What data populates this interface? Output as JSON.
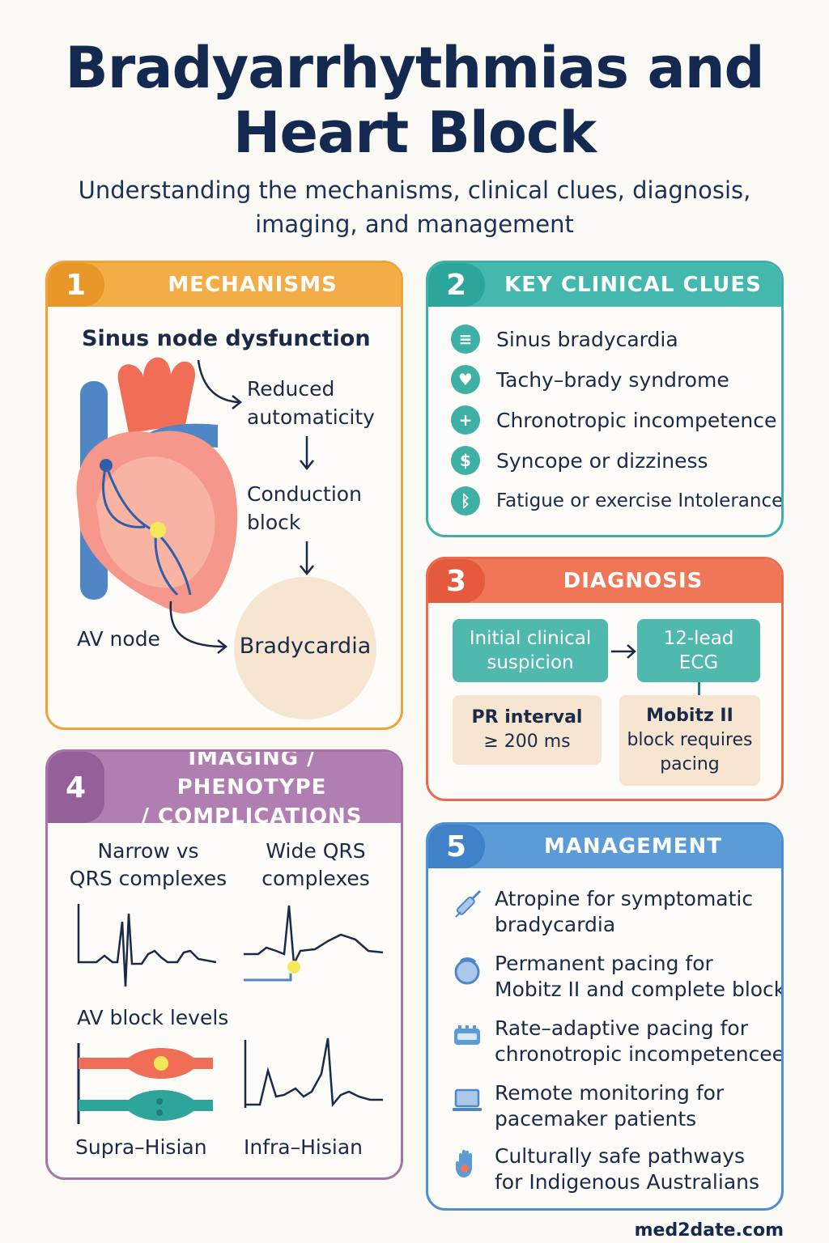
{
  "title_line1": "Bradyarrhythmias and",
  "title_line2": "Heart Block",
  "subtitle_line1": "Understanding the mechanisms, clinical clues, diagnosis,",
  "subtitle_line2": "imaging, and management",
  "colors": {
    "mechanisms": "#f2ad47",
    "clinical_clues": "#45b8ae",
    "diagnosis": "#f07658",
    "imaging": "#b07eb0",
    "management": "#5b9bd8",
    "heading": "#14294f"
  },
  "mechanisms": {
    "number": "1",
    "title": "MECHANISMS",
    "heading": "Sinus node dysfunction",
    "step1_line1": "Reduced",
    "step1_line2": "automaticity",
    "step2_line1": "Conduction",
    "step2_line2": "block",
    "av_node": "AV node",
    "outcome": "Bradycardia"
  },
  "clinical_clues": {
    "number": "2",
    "title": "KEY CLINICAL CLUES",
    "items": [
      {
        "icon": "≡",
        "icon_name": "list-icon",
        "label": "Sinus bradycardia"
      },
      {
        "icon": "♥",
        "icon_name": "heart-icon",
        "label": "Tachy–brady syndrome"
      },
      {
        "icon": "+",
        "icon_name": "plus-icon",
        "label": "Chronotropic incompetence"
      },
      {
        "icon": "$",
        "icon_name": "dollar-icon",
        "label": "Syncope or dizziness"
      },
      {
        "icon": "ᛒ",
        "icon_name": "bluetooth-icon",
        "label": "Fatigue or exercise Intolerance"
      }
    ]
  },
  "diagnosis": {
    "number": "3",
    "title": "DIAGNOSIS",
    "box1_line1": "Initial clinical",
    "box1_line2": "suspicion",
    "box2_line1": "12-lead",
    "box2_line2": "ECG",
    "box3_line1": "PR interval",
    "box3_line2": "≥ 200 ms",
    "box4_line1": "Mobitz II",
    "box4_line2": "block requires",
    "box4_line3": "pacing"
  },
  "imaging": {
    "number": "4",
    "title_line1": "IMAGING / PHENOTYPE",
    "title_line2": "/ COMPLICATIONS",
    "narrow_line1": "Narrow vs",
    "narrow_line2": "QRS complexes",
    "wide_line1": "Wide QRS",
    "wide_line2": "complexes",
    "av_levels": "AV block levels",
    "supra": "Supra–Hisian",
    "infra": "Infra–Hisian"
  },
  "management": {
    "number": "5",
    "title": "MANAGEMENT",
    "items": [
      {
        "icon_name": "syringe-icon",
        "line1": "Atropine for symptomatic",
        "line2": "bradycardia"
      },
      {
        "icon_name": "pacemaker-icon",
        "line1": "Permanent pacing for",
        "line2": "Mobitz II and complete block"
      },
      {
        "icon_name": "battery-icon",
        "line1": "Rate–adaptive pacing for",
        "line2": "chronotropic incompetencee"
      },
      {
        "icon_name": "laptop-icon",
        "line1": "Remote monitoring for",
        "line2": "pacemaker patients"
      },
      {
        "icon_name": "hand-icon",
        "line1": "Culturally safe pathways",
        "line2": "for Indigenous Australians"
      }
    ]
  },
  "footer": "med2date.com"
}
